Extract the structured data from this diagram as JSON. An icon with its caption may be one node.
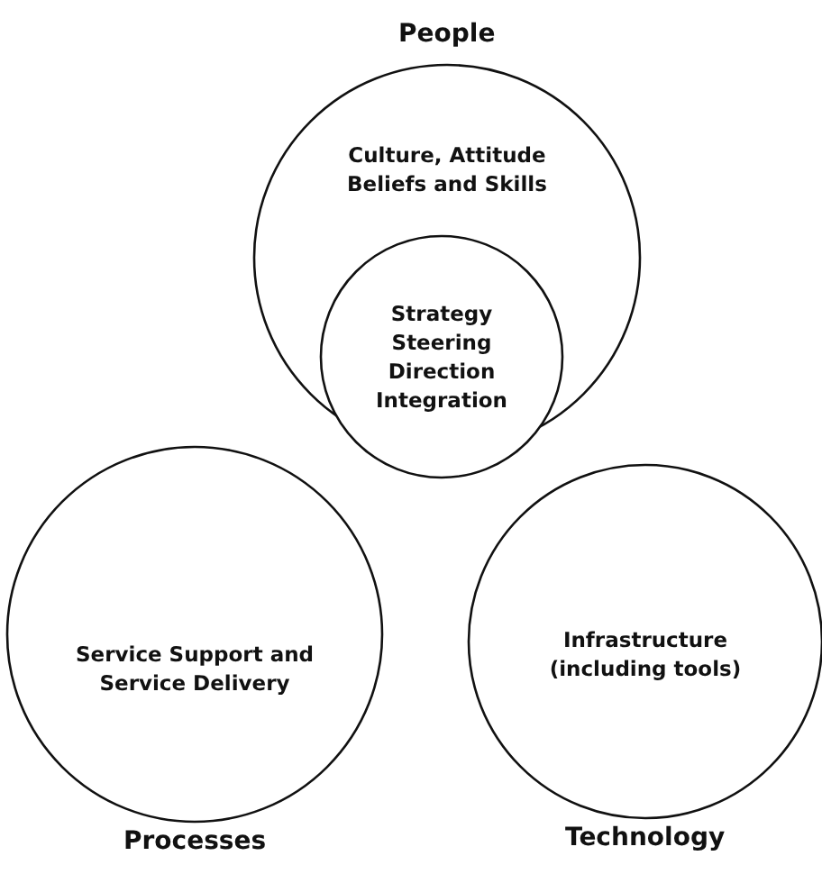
{
  "diagram": {
    "nodes": [
      {
        "text": [
          "People",
          "Culture, Attitude Beliefs and Skills"
        ]
      },
      {
        "text": [
          "Strategy Steering Direction Integration"
        ]
      },
      {
        "text": [
          "Service Support and Service Delivery",
          "Processes"
        ]
      },
      {
        "text": [
          "Infrastructure (including tools)",
          "Technology"
        ]
      }
    ]
  }
}
